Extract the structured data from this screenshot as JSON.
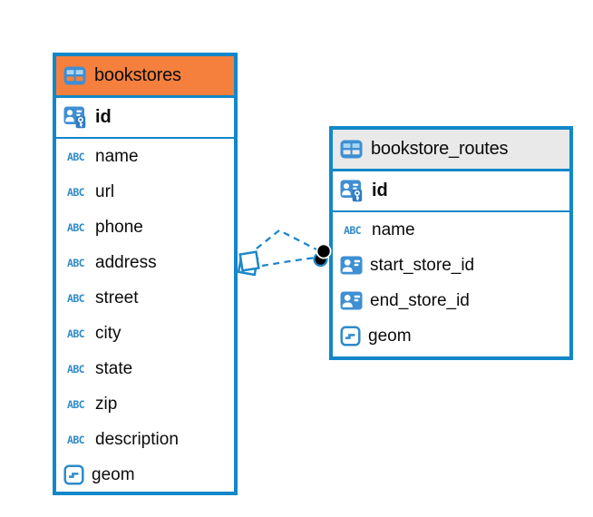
{
  "diagram": {
    "kind": "database-er-diagram",
    "background": "#ffffff",
    "accent_blue": "#1287c9",
    "icon_blue": "#3e8fd3",
    "orange_header": "#f5803e",
    "gray_header": "#e9e9e9",
    "connector_color": "#1e88c9",
    "connector_style": "dashed"
  },
  "icons": {
    "abc_glyph": "ABC"
  },
  "tables": [
    {
      "name": "bookstores",
      "header_label": "bookstores",
      "header_color": "#f5803e",
      "primary_key": {
        "label": "id",
        "icon": "person-key-icon"
      },
      "fields": [
        {
          "label": "name",
          "icon": "text-abc-icon"
        },
        {
          "label": "url",
          "icon": "text-abc-icon"
        },
        {
          "label": "phone",
          "icon": "text-abc-icon"
        },
        {
          "label": "address",
          "icon": "text-abc-icon"
        },
        {
          "label": "street",
          "icon": "text-abc-icon"
        },
        {
          "label": "city",
          "icon": "text-abc-icon"
        },
        {
          "label": "state",
          "icon": "text-abc-icon"
        },
        {
          "label": "zip",
          "icon": "text-abc-icon"
        },
        {
          "label": "description",
          "icon": "text-abc-icon"
        },
        {
          "label": "geom",
          "icon": "geometry-icon"
        }
      ]
    },
    {
      "name": "bookstore_routes",
      "header_label": "bookstore_routes",
      "header_color": "#e9e9e9",
      "primary_key": {
        "label": "id",
        "icon": "person-key-icon"
      },
      "fields": [
        {
          "label": "name",
          "icon": "text-abc-icon"
        },
        {
          "label": "start_store_id",
          "icon": "person-ref-icon"
        },
        {
          "label": "end_store_id",
          "icon": "person-ref-icon"
        },
        {
          "label": "geom",
          "icon": "geometry-icon"
        }
      ]
    }
  ],
  "relationships": [
    {
      "from_table": "bookstores",
      "to_table": "bookstore_routes",
      "line_style": "dashed",
      "from_marker": "stacked-squares",
      "to_marker": "stacked-circles",
      "count": 2
    }
  ]
}
